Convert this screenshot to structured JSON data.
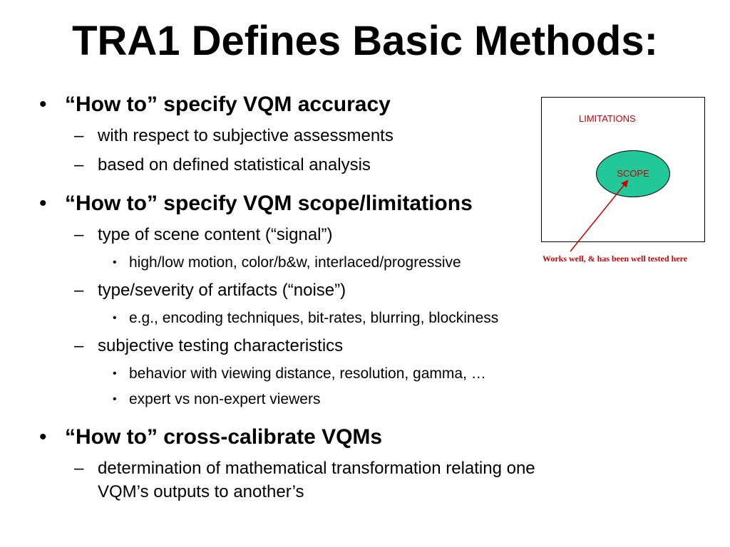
{
  "slide": {
    "title": "TRA1 Defines Basic Methods:",
    "markers": {
      "level1": "•",
      "level2": "–",
      "level3": "•"
    },
    "bullets": [
      {
        "text": "“How to” specify VQM accuracy",
        "children": [
          {
            "text": "with respect to subjective assessments"
          },
          {
            "text": "based on defined statistical analysis"
          }
        ]
      },
      {
        "text": "“How to” specify VQM scope/limitations",
        "children": [
          {
            "text": "type of scene content (“signal”)",
            "children": [
              {
                "text": "high/low motion, color/b&w, interlaced/progressive"
              }
            ]
          },
          {
            "text": "type/severity of artifacts (“noise”)",
            "children": [
              {
                "text": "e.g., encoding techniques, bit-rates, blurring, blockiness"
              }
            ]
          },
          {
            "text": "subjective testing characteristics",
            "children": [
              {
                "text": "behavior with viewing distance, resolution, gamma, …"
              },
              {
                "text": "expert vs non-expert viewers"
              }
            ]
          }
        ]
      },
      {
        "text": "“How to” cross-calibrate VQMs",
        "children": [
          {
            "text_lines": [
              "determination of mathematical transformation relating one",
              "VQM’s outputs to another’s"
            ]
          }
        ]
      }
    ]
  },
  "diagram": {
    "outer_label": "LIMITATIONS",
    "inner_label": "SCOPE",
    "caption": "Works well, & has been well tested here",
    "colors": {
      "label": "#cc0000",
      "scope_fill": "#22c79a",
      "arrow": "#cc0000",
      "border": "#000000"
    }
  }
}
